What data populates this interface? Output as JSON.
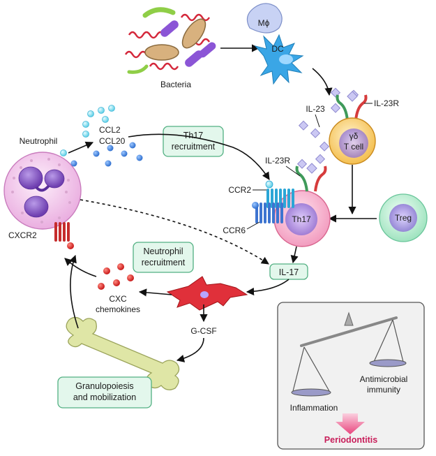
{
  "labels": {
    "bacteria": "Bacteria",
    "macrophage": "Mϕ",
    "dc": "DC",
    "il23": "IL-23",
    "il23r_top": "IL-23R",
    "il23r_mid": "IL-23R",
    "gd_symbol": "γδ",
    "gd_tcell": "T cell",
    "neutrophil": "Neutrophil",
    "ccl2": "CCL2",
    "ccl20": "CCL20",
    "ccr2": "CCR2",
    "ccr6": "CCR6",
    "th17": "Th17",
    "treg": "Treg",
    "cxcr2": "CXCR2",
    "il17": "IL-17",
    "cxc_line1": "CXC",
    "cxc_line2": "chemokines",
    "gcsf": "G-CSF",
    "inflammation": "Inflammation",
    "antimicrobial_line1": "Antimicrobial",
    "antimicrobial_line2": "immunity",
    "periodontitis": "Periodontitis"
  },
  "boxes": {
    "th17_recruitment": [
      "Th17",
      "recruitment"
    ],
    "neutrophil_recruitment": [
      "Neutrophil",
      "recruitment"
    ],
    "granulopoiesis": [
      "Granulopoiesis",
      "and mobilization"
    ],
    "il17": "IL-17"
  },
  "colors": {
    "green_box_fill": "#e3f7ec",
    "green_box_stroke": "#52b082",
    "th17_cell": "#f7b9d0",
    "treg_cell": "#c7efd8",
    "gd_cell": "#f8d27a",
    "neutrophil": "#f3c9ec",
    "nucleus": "#8f5fc9",
    "dc": "#36a8e8",
    "fibroblast": "#e0303a",
    "chemokine_red": "#d72a2a",
    "ccl_blue": "#3d7fd6",
    "il23_diamond": "#c9c6f2",
    "bone": "#d9e2a0",
    "periodontitis": "#c81e5a"
  }
}
